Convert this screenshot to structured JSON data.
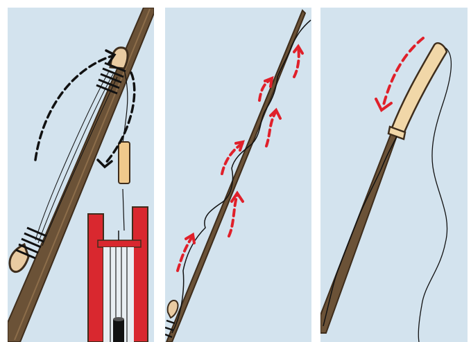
{
  "colors": {
    "background": "#d3e3ee",
    "rod": "#6b5237",
    "rod_dark": "#3e2d1c",
    "line": "#1a1a1a",
    "arrow_black": "#111111",
    "arrow_red": "#e0202a",
    "reel": "#d9282f",
    "weight": "#f0c98c",
    "tube": "#f1d7a8"
  },
  "panels": [
    {
      "name": "panel-1",
      "depicts": [
        "fishing-rod",
        "rod-guide",
        "thread-wrap",
        "hanging-weight",
        "thread-spool",
        "black-dashed-arrow"
      ]
    },
    {
      "name": "panel-2",
      "depicts": [
        "fishing-rod",
        "spiral-line",
        "red-dashed-arrow"
      ]
    },
    {
      "name": "panel-3",
      "depicts": [
        "fishing-rod",
        "heat-shrink-tube",
        "spiral-line",
        "red-dashed-arrow"
      ]
    }
  ]
}
